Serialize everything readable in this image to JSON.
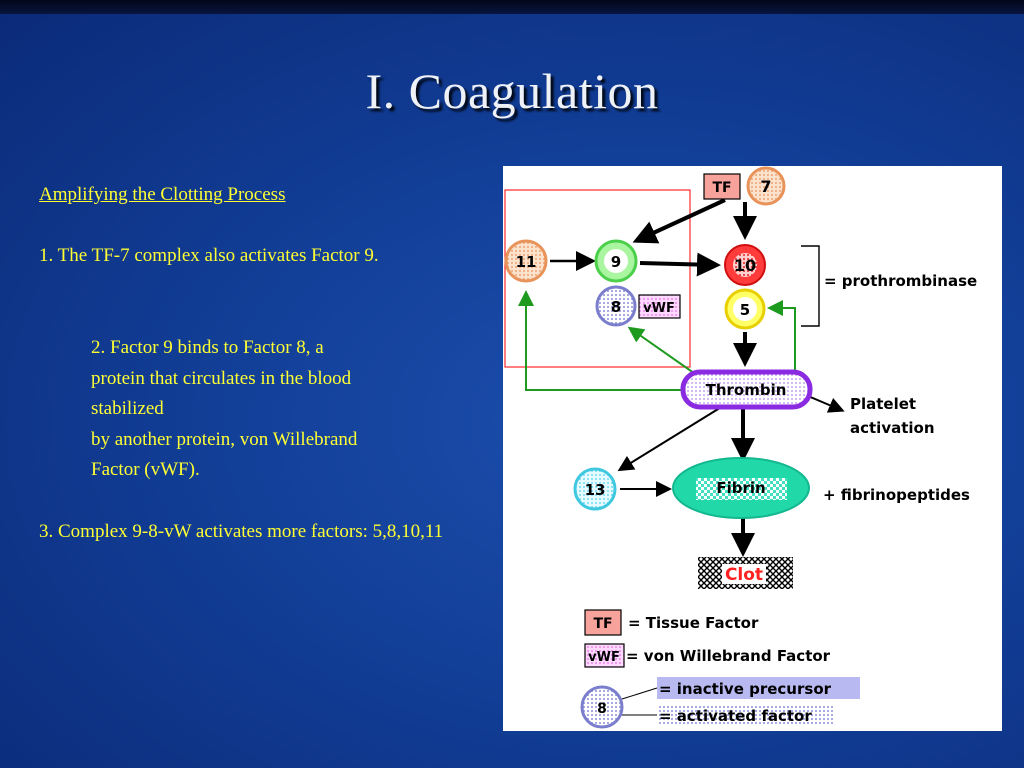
{
  "slide": {
    "title": "I. Coagulation",
    "heading": "Amplifying the Clotting Process",
    "point1": "1. The TF-7 complex also activates Factor 9.",
    "point2_lines": [
      "2. Factor 9 binds to Factor 8, a",
      "protein that circulates in the blood",
      "stabilized",
      "by another protein, von Willebrand",
      "Factor (vWF)."
    ],
    "point3": "3. Complex 9-8-vW activates more factors: 5,8,10,11"
  },
  "diagram": {
    "tf": "TF",
    "f7": "7",
    "f11": "11",
    "f9": "9",
    "f8": "8",
    "vwf": "vWF",
    "f10": "10",
    "f5": "5",
    "prothrombinase": "= prothrombinase",
    "thrombin": "Thrombin",
    "platelet_line1": "Platelet",
    "platelet_line2": "activation",
    "f13": "13",
    "fibrin": "Fibrin",
    "fibrinopeptides": "+ fibrinopeptides",
    "clot": "Clot",
    "legend": {
      "tf_box": "TF",
      "tf_text": "= Tissue Factor",
      "vwf_box": "vWF",
      "vwf_text": "= von Willebrand Factor",
      "sample": "8",
      "inactive": "= inactive precursor",
      "activated": "= activated factor"
    }
  },
  "colors": {
    "text_yellow": "#ffff33",
    "title_white": "#eef1f6",
    "background_blue": "#1646a6",
    "arrow_green": "#1e9a1e",
    "highlight_red": "#ff2a2a",
    "thrombin_purple": "#8a2be2",
    "fibrin_teal": "#20d8a8"
  }
}
